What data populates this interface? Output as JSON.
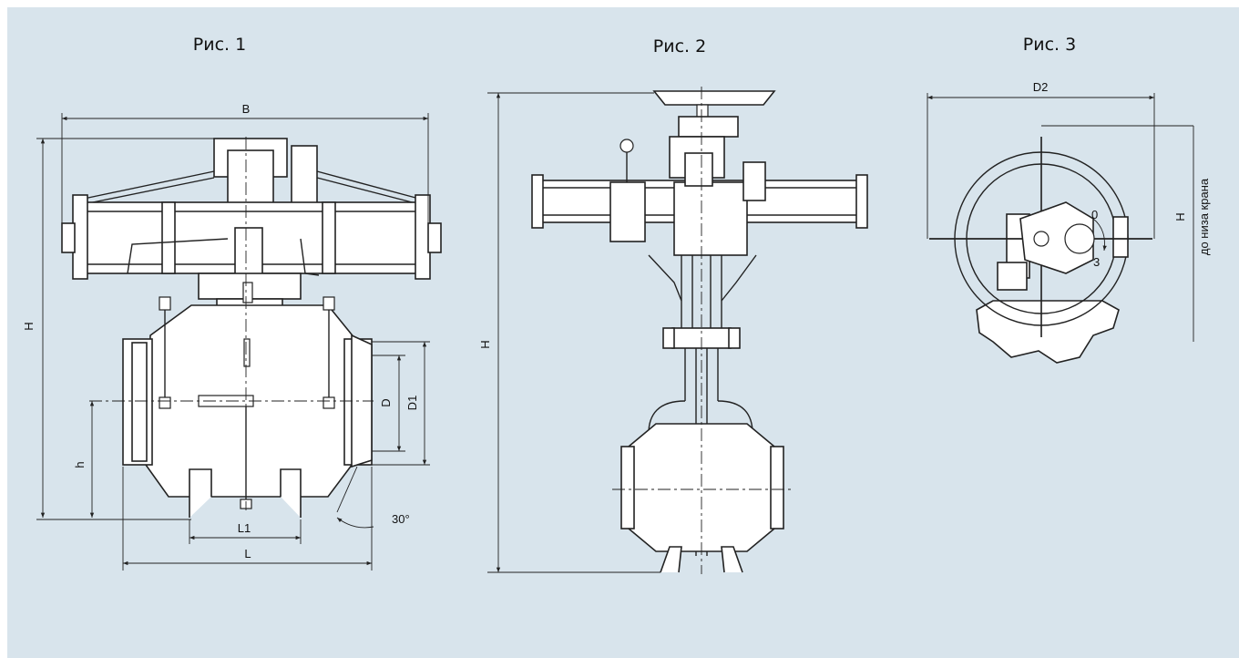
{
  "figures": {
    "fig1": {
      "title": "Рис. 1"
    },
    "fig2": {
      "title": "Рис. 2"
    },
    "fig3": {
      "title": "Рис. 3"
    }
  },
  "dimensions": {
    "fig1": {
      "B": "B",
      "H": "H",
      "h": "h",
      "D": "D",
      "D1": "D1",
      "L1": "L1",
      "L": "L",
      "angle": "30°"
    },
    "fig2": {
      "H": "H"
    },
    "fig3": {
      "D2": "D2",
      "H": "H",
      "H_note": "до низа крана",
      "pos_open": "0",
      "pos_close": "3"
    }
  }
}
